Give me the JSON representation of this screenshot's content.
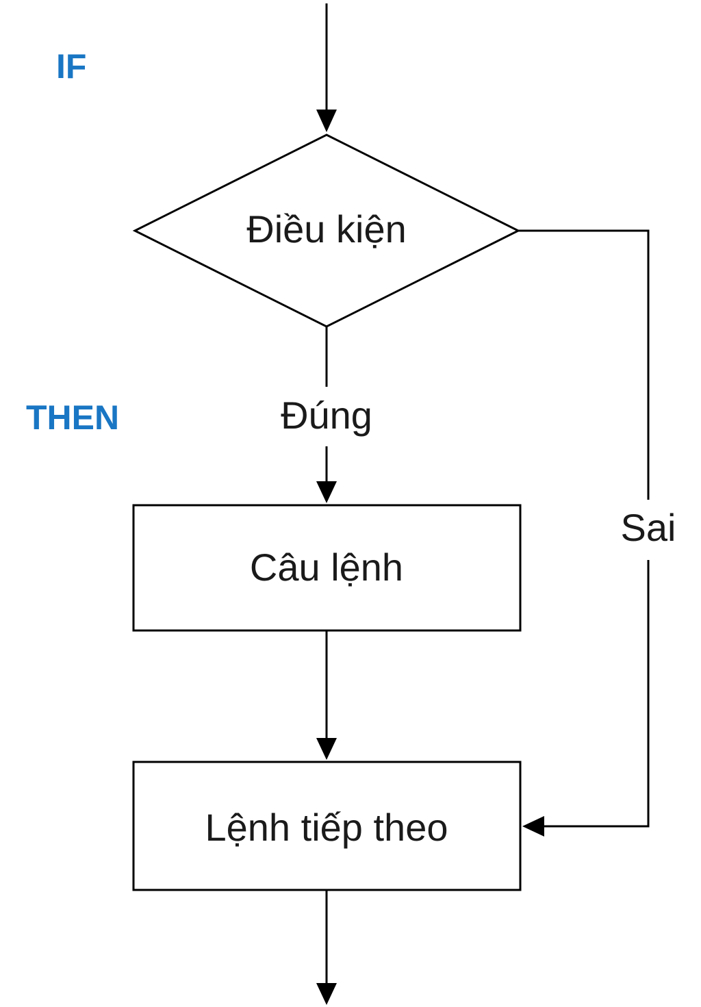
{
  "diagram": {
    "keywords": {
      "if": "IF",
      "then": "THEN"
    },
    "nodes": {
      "condition": "Điều kiện",
      "statement": "Câu lệnh",
      "next_statement": "Lệnh tiếp theo"
    },
    "edges": {
      "true_label": "Đúng",
      "false_label": "Sai"
    },
    "colors": {
      "keyword": "#1976c4",
      "line": "#000000",
      "text": "#1a1a1a"
    }
  }
}
